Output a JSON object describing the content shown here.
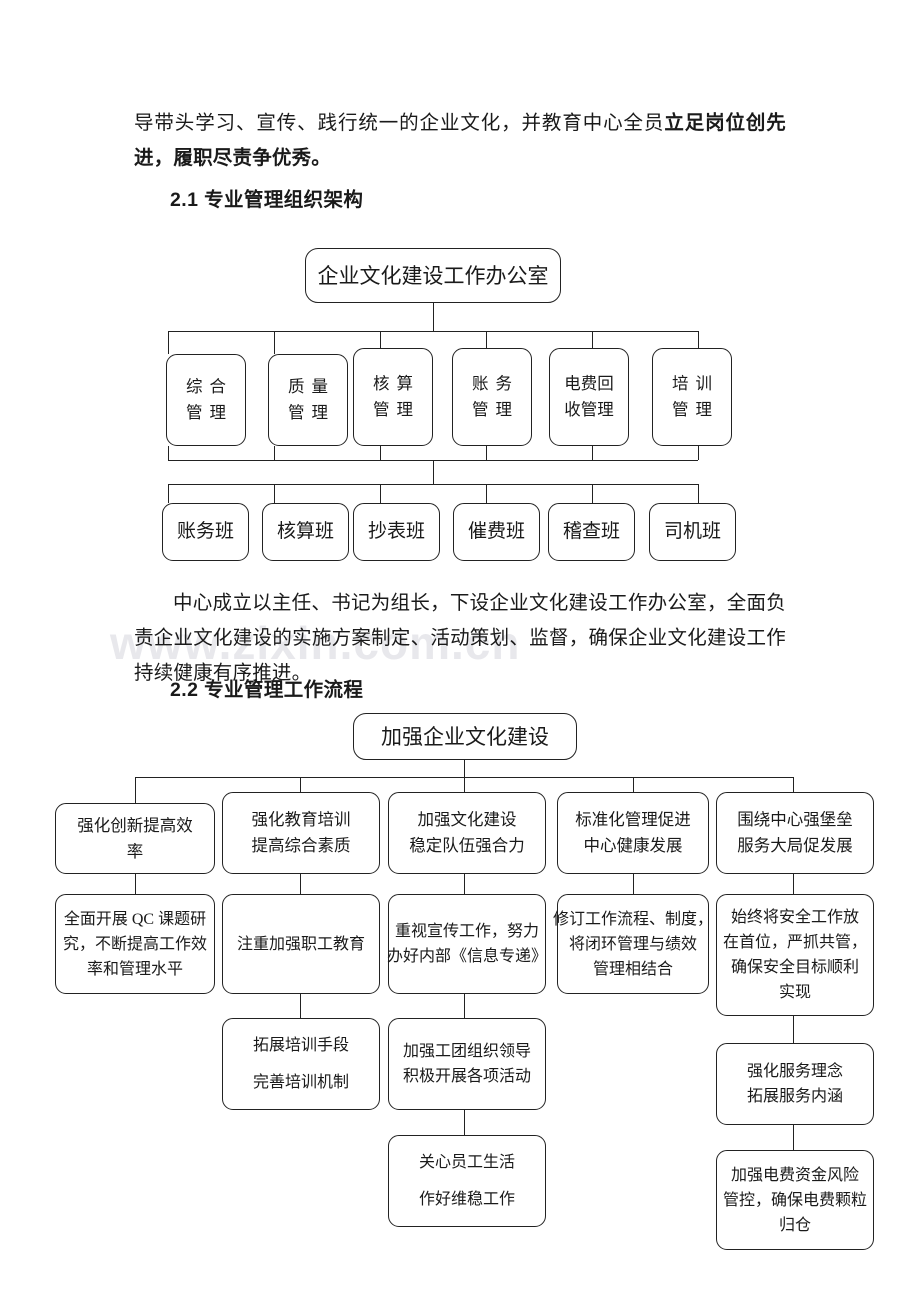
{
  "document": {
    "watermark": "www.zixin.com.cn",
    "paragraph_1": {
      "plain_1": "导带头学习、宣传、践行统一的企业文化，并教育中心全员",
      "bold_1": "立足岗位创先进，履职尽责争优秀。"
    },
    "heading_1": "2.1 专业管理组织架构",
    "paragraph_2": "中心成立以主任、书记为组长，下设企业文化建设工作办公室，全面负责企业文化建设的实施方案制定、活动策划、监督，确保企业文化建设工作持续健康有序推进。",
    "heading_2": "2.2 专业管理工作流程"
  },
  "org_chart": {
    "root": "企业文化建设工作办公室",
    "level_2": [
      {
        "line1": "综合",
        "line2": "管理"
      },
      {
        "line1": "质量",
        "line2": "管理"
      },
      {
        "line1": "核算",
        "line2": "管理"
      },
      {
        "line1": "账务",
        "line2": "管理"
      },
      {
        "line1": "电费回",
        "line2": "收管理"
      },
      {
        "line1": "培训",
        "line2": "管理"
      }
    ],
    "level_3": [
      "账务班",
      "核算班",
      "抄表班",
      "催费班",
      "稽查班",
      "司机班"
    ]
  },
  "flow_chart": {
    "root": "加强企业文化建设",
    "branches": [
      {
        "head": {
          "line1": "强化创新提高效",
          "line2": "率"
        },
        "steps": [
          {
            "line1": "全面开展 QC 课题研",
            "line2": "究，不断提高工作效",
            "line3": "率和管理水平"
          }
        ]
      },
      {
        "head": {
          "line1": "强化教育培训",
          "line2": "提高综合素质"
        },
        "steps": [
          {
            "line1": "注重加强职工教育"
          },
          {
            "line1": "拓展培训手段",
            "line2": "完善培训机制"
          }
        ]
      },
      {
        "head": {
          "line1": "加强文化建设",
          "line2": "稳定队伍强合力"
        },
        "steps": [
          {
            "line1": "重视宣传工作，努力",
            "line2": "办好内部《信息专递》"
          },
          {
            "line1": "加强工团组织领导",
            "line2": "积极开展各项活动"
          },
          {
            "line1": "关心员工生活",
            "line2": "作好维稳工作"
          }
        ]
      },
      {
        "head": {
          "line1": "标准化管理促进",
          "line2": "中心健康发展"
        },
        "steps": [
          {
            "line1": "修订工作流程、制度，",
            "line2": "将闭环管理与绩效",
            "line3": "管理相结合"
          }
        ]
      },
      {
        "head": {
          "line1": "围绕中心强堡垒",
          "line2": "服务大局促发展"
        },
        "steps": [
          {
            "line1": "始终将安全工作放",
            "line2": "在首位，严抓共管，",
            "line3": "确保安全目标顺利",
            "line4": "实现"
          },
          {
            "line1": "强化服务理念",
            "line2": "拓展服务内涵"
          },
          {
            "line1": "加强电费资金风险",
            "line2": "管控，确保电费颗粒",
            "line3": "归仓"
          }
        ]
      }
    ]
  }
}
